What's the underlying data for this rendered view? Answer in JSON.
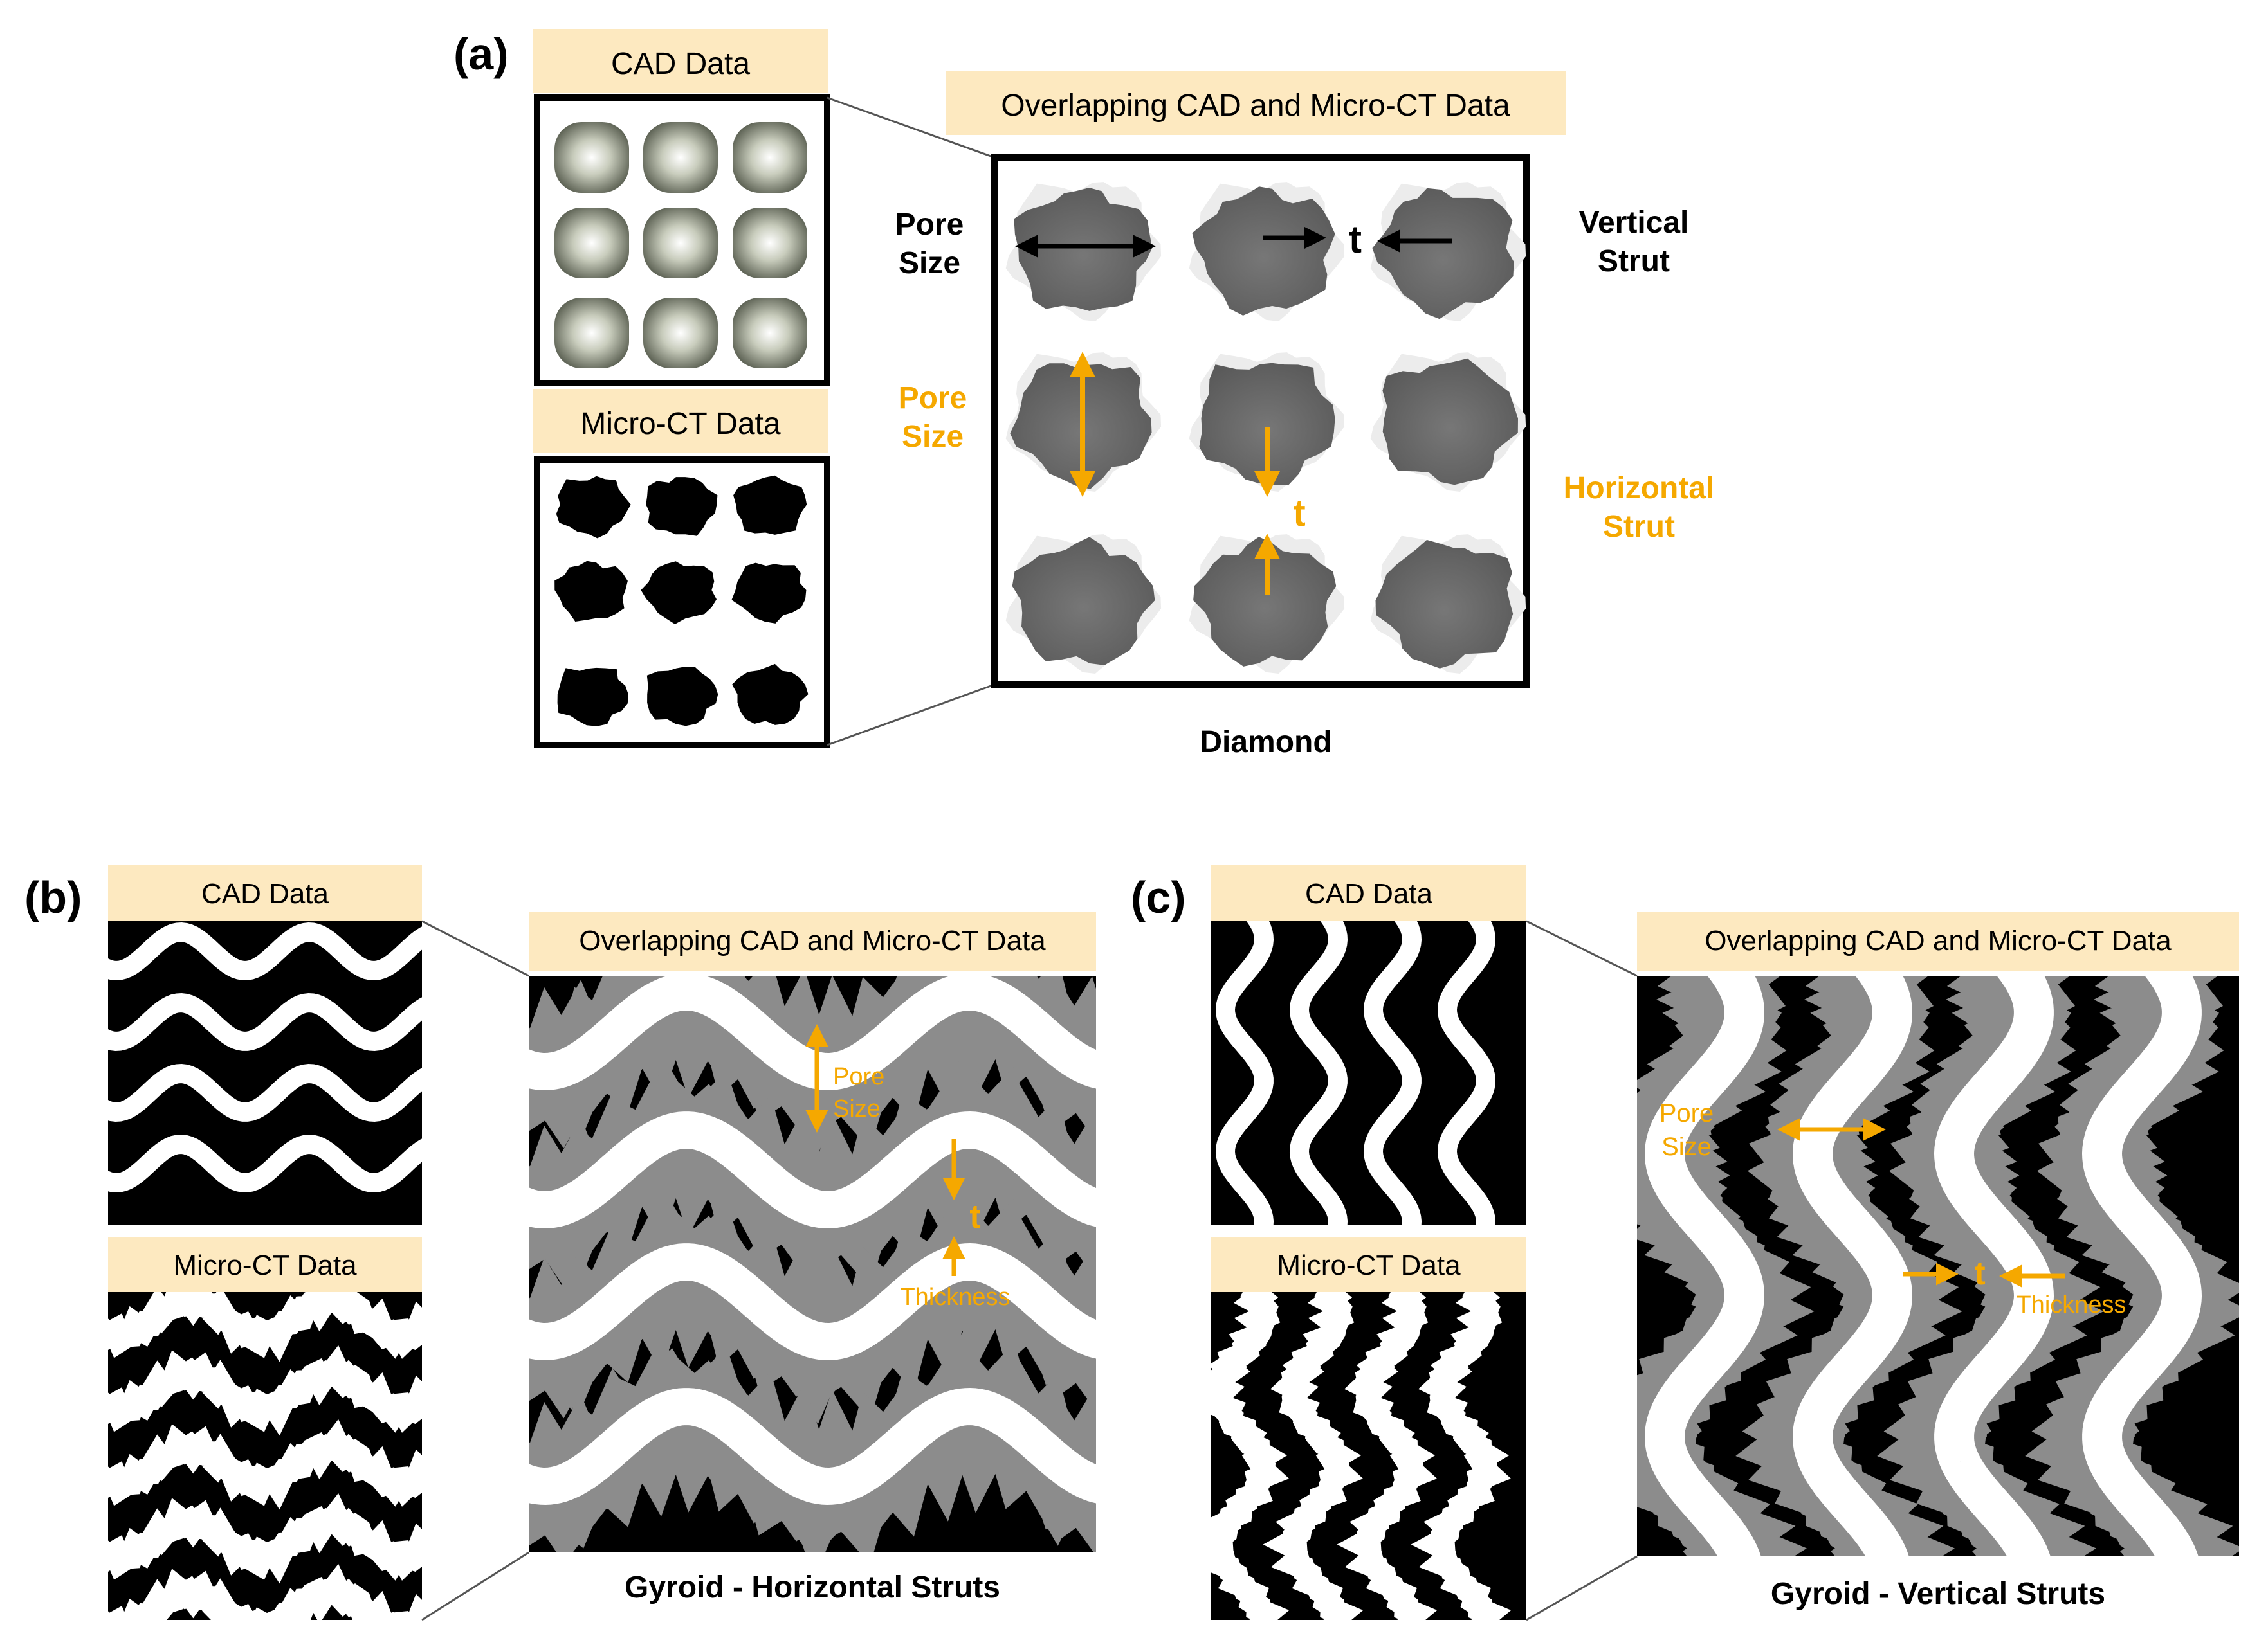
{
  "panel_a": {
    "letter": "(a)",
    "cad_label": "CAD Data",
    "microct_label": "Micro-CT Data",
    "overlap_label": "Overlapping CAD and Micro-CT Data",
    "caption": "Diamond",
    "pore_size_black": [
      "Pore",
      "Size"
    ],
    "vertical_strut": [
      "Vertical",
      "Strut"
    ],
    "pore_size_orange": [
      "Pore",
      "Size"
    ],
    "horizontal_strut": [
      "Horizontal",
      "Strut"
    ],
    "t_black": "t",
    "t_orange": "t"
  },
  "panel_b": {
    "letter": "(b)",
    "cad_label": "CAD Data",
    "microct_label": "Micro-CT Data",
    "overlap_label": "Overlapping CAD and Micro-CT Data",
    "caption": "Gyroid - Horizontal Struts",
    "pore_size": [
      "Pore",
      "Size"
    ],
    "t": "t",
    "thickness": "Thickness"
  },
  "panel_c": {
    "letter": "(c)",
    "cad_label": "CAD Data",
    "microct_label": "Micro-CT Data",
    "overlap_label": "Overlapping CAD and Micro-CT Data",
    "caption": "Gyroid - Vertical Struts",
    "pore_size": [
      "Pore",
      "Size"
    ],
    "t": "t",
    "thickness": "Thickness"
  },
  "colors": {
    "label_bg": "#fde9c0",
    "accent_orange": "#f5a800",
    "pore_gray": "#6e6e6e",
    "strut_white": "#ffffff",
    "background_black": "#000000",
    "microct_gray": "#8c8c8c"
  }
}
